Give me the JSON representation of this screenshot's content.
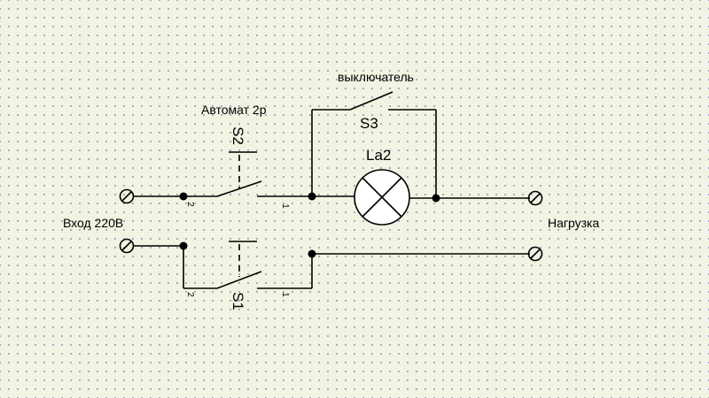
{
  "labels": {
    "input": "Вход 220В",
    "load": "Нагрузка",
    "breaker": "Автомат 2р",
    "switch": "выключатель",
    "switch_ref": "S3",
    "lamp_ref": "La2",
    "breaker_top_ref": "S2",
    "breaker_bottom_ref": "S1"
  },
  "pins": {
    "top_left": "2",
    "top_right": "1",
    "bottom_left": "2",
    "bottom_right": "1"
  },
  "colors": {
    "background": "#f3f3e3",
    "grid_dots": "#9aa0b6",
    "wire": "#000000",
    "lamp_fill": "#ffffff"
  }
}
